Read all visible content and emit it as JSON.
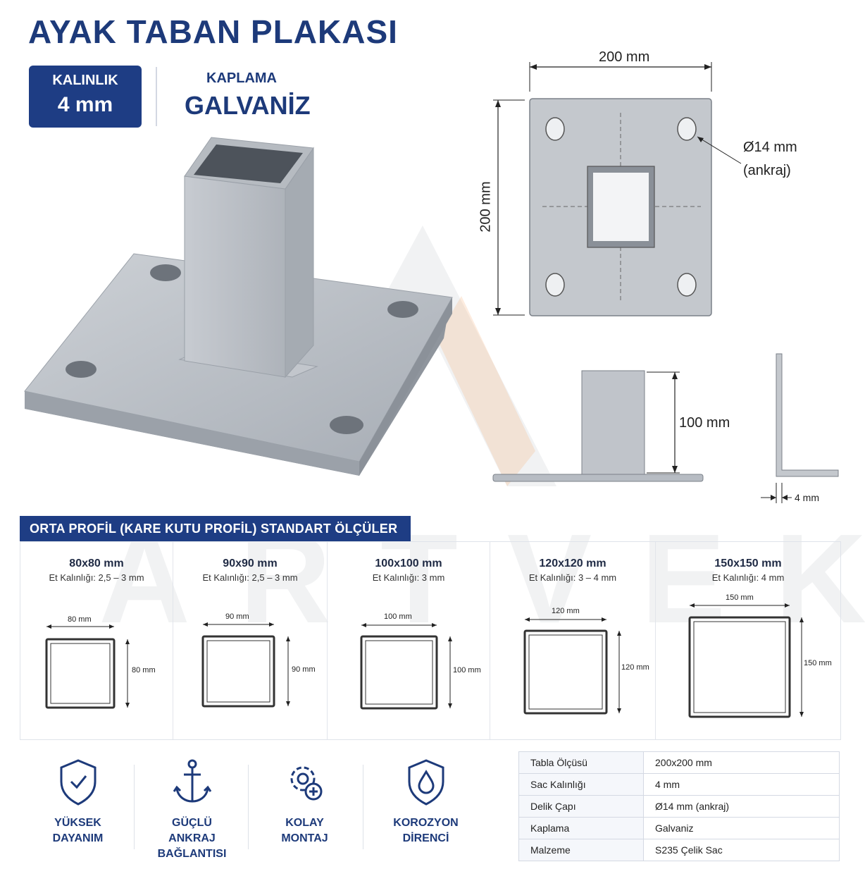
{
  "title": "AYAK TABAN PLAKASI",
  "thickness": {
    "label": "KALINLIK",
    "value": "4 mm"
  },
  "coating": {
    "label": "KAPLAMA",
    "value": "GALVANİZ"
  },
  "watermark": "ARTVEK",
  "top_view": {
    "width_label": "200 mm",
    "height_label": "200 mm",
    "hole_label": "Ø14 mm",
    "hole_note": "(ankraj)"
  },
  "side_view": {
    "height_label": "100 mm",
    "thickness_label": "4 mm"
  },
  "profiles": {
    "heading": "ORTA PROFİL (KARE KUTU PROFİL) STANDART ÖLÇÜLER",
    "items": [
      {
        "name": "80x80 mm",
        "wall": "Et Kalınlığı: 2,5 – 3 mm",
        "w": "80 mm",
        "h": "80 mm"
      },
      {
        "name": "90x90 mm",
        "wall": "Et Kalınlığı: 2,5 – 3 mm",
        "w": "90 mm",
        "h": "90 mm"
      },
      {
        "name": "100x100 mm",
        "wall": "Et Kalınlığı: 3 mm",
        "w": "100 mm",
        "h": "100 mm"
      },
      {
        "name": "120x120 mm",
        "wall": "Et Kalınlığı: 3 – 4 mm",
        "w": "120 mm",
        "h": "120 mm"
      },
      {
        "name": "150x150 mm",
        "wall": "Et Kalınlığı: 4 mm",
        "w": "150 mm",
        "h": "150 mm"
      }
    ]
  },
  "features": [
    {
      "icon": "shield-check-icon",
      "line1": "YÜKSEK",
      "line2": "DAYANIM",
      "line3": ""
    },
    {
      "icon": "anchor-icon",
      "line1": "GÜÇLÜ",
      "line2": "ANKRAJ",
      "line3": "BAĞLANTISI"
    },
    {
      "icon": "gear-plus-icon",
      "line1": "KOLAY",
      "line2": "MONTAJ",
      "line3": ""
    },
    {
      "icon": "shield-drop-icon",
      "line1": "KOROZYON",
      "line2": "DİRENCİ",
      "line3": ""
    }
  ],
  "specs": [
    {
      "key": "Tabla Ölçüsü",
      "value": "200x200 mm"
    },
    {
      "key": "Sac Kalınlığı",
      "value": "4 mm"
    },
    {
      "key": "Delik Çapı",
      "value": "Ø14 mm (ankraj)"
    },
    {
      "key": "Kaplama",
      "value": "Galvaniz"
    },
    {
      "key": "Malzeme",
      "value": "S235 Çelik Sac"
    }
  ],
  "colors": {
    "brand": "#1e3d84",
    "steel": "#b9bec5",
    "steel_dark": "#8d939b"
  }
}
